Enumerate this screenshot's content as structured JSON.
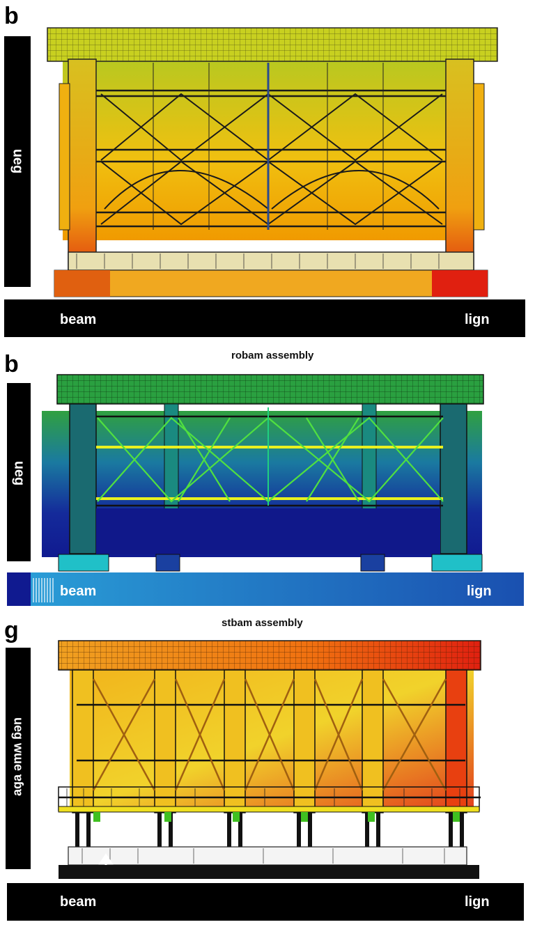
{
  "panels": [
    {
      "letter": "b",
      "title": "",
      "side_label": "ueg",
      "base_left": "beam",
      "base_right": "lign",
      "scheme": "warm-yellow"
    },
    {
      "letter": "b",
      "title": "robam assembly",
      "side_label": "ueg",
      "base_left": "beam",
      "base_right": "lign",
      "scheme": "blue-green"
    },
    {
      "letter": "g",
      "title": "stbam assembly",
      "side_label": "ueg wɯe ɐɓɐ",
      "base_left": "beam",
      "base_right": "lign",
      "scheme": "yellow-red"
    }
  ],
  "colors": {
    "panel1_top": "#b8c820",
    "panel1_bottom": "#f0a000",
    "panel1_hot": "#e02010",
    "panel2_top": "#20a040",
    "panel2_bottom": "#101a90",
    "panel2_accent": "#e8f020",
    "panel3_top": "#f06010",
    "panel3_bottom": "#f8e020",
    "panel3_hot": "#e01010"
  }
}
